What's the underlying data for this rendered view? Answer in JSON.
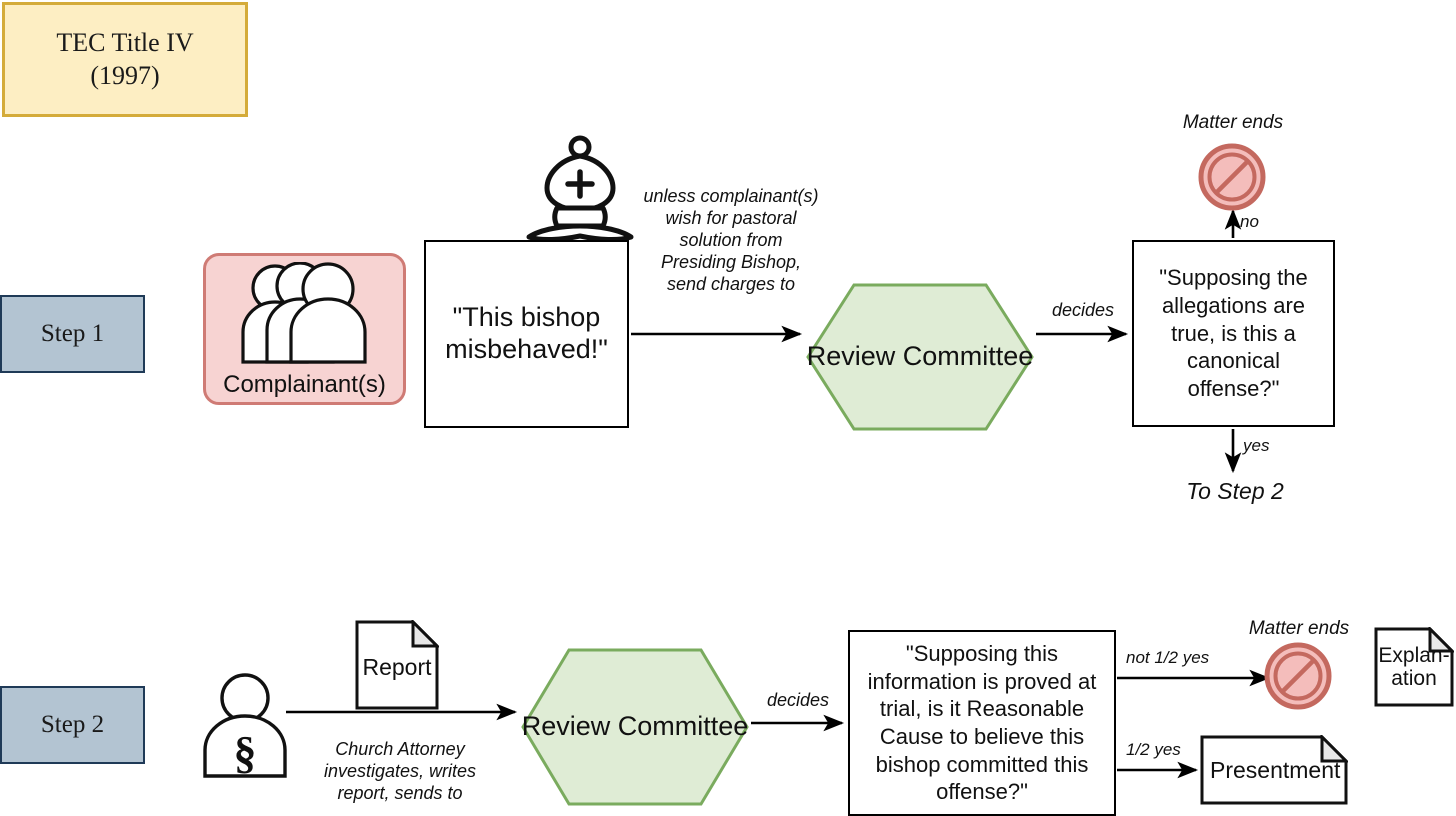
{
  "title": {
    "line1": "TEC Title IV",
    "line2": "(1997)"
  },
  "colors": {
    "title_fill": "#fdeec3",
    "title_border": "#d4ab3a",
    "step_fill": "#b3c4d2",
    "step_border": "#1f3a57",
    "complainant_fill": "#f7d3d2",
    "complainant_border": "#cf7b75",
    "hex_fill": "#dfecd5",
    "hex_border": "#7aab5e",
    "stop_fill": "#f4bdbb",
    "stop_border": "#c4695f",
    "line": "#000000"
  },
  "step1": {
    "label": "Step 1",
    "complainant": {
      "label": "Complainant(s)",
      "icon": "three-people-icon"
    },
    "bishop_icon": "chess-bishop-icon",
    "quote_box": "\"This bishop misbehaved!\"",
    "edge_to_committee": "unless complainant(s)\nwish for pastoral\nsolution from\nPresiding Bishop,\nsend charges to",
    "committee": "Review Committee",
    "edge_decides": "decides",
    "question": "\"Supposing the allegations are true, is this a canonical offense?\"",
    "edge_no": "no",
    "edge_yes": "yes",
    "matter_ends": "Matter ends",
    "stop_icon": "prohibition-icon",
    "to_step2": "To Step 2"
  },
  "step2": {
    "label": "Step 2",
    "attorney_icon": "attorney-person-icon",
    "report_doc": "Report",
    "edge_investigates": "Church Attorney\ninvestigates, writes\nreport, sends to",
    "committee": "Review Committee",
    "edge_decides": "decides",
    "question": "\"Supposing this information is proved at trial, is it Reasonable Cause to believe this bishop committed this offense?\"",
    "edge_not_half_yes": "not 1/2 yes",
    "edge_half_yes": "1/2 yes",
    "matter_ends": "Matter ends",
    "stop_icon": "prohibition-icon",
    "presentment_doc": "Presentment",
    "explanation_doc_line1": "Explan-",
    "explanation_doc_line2": "ation"
  }
}
